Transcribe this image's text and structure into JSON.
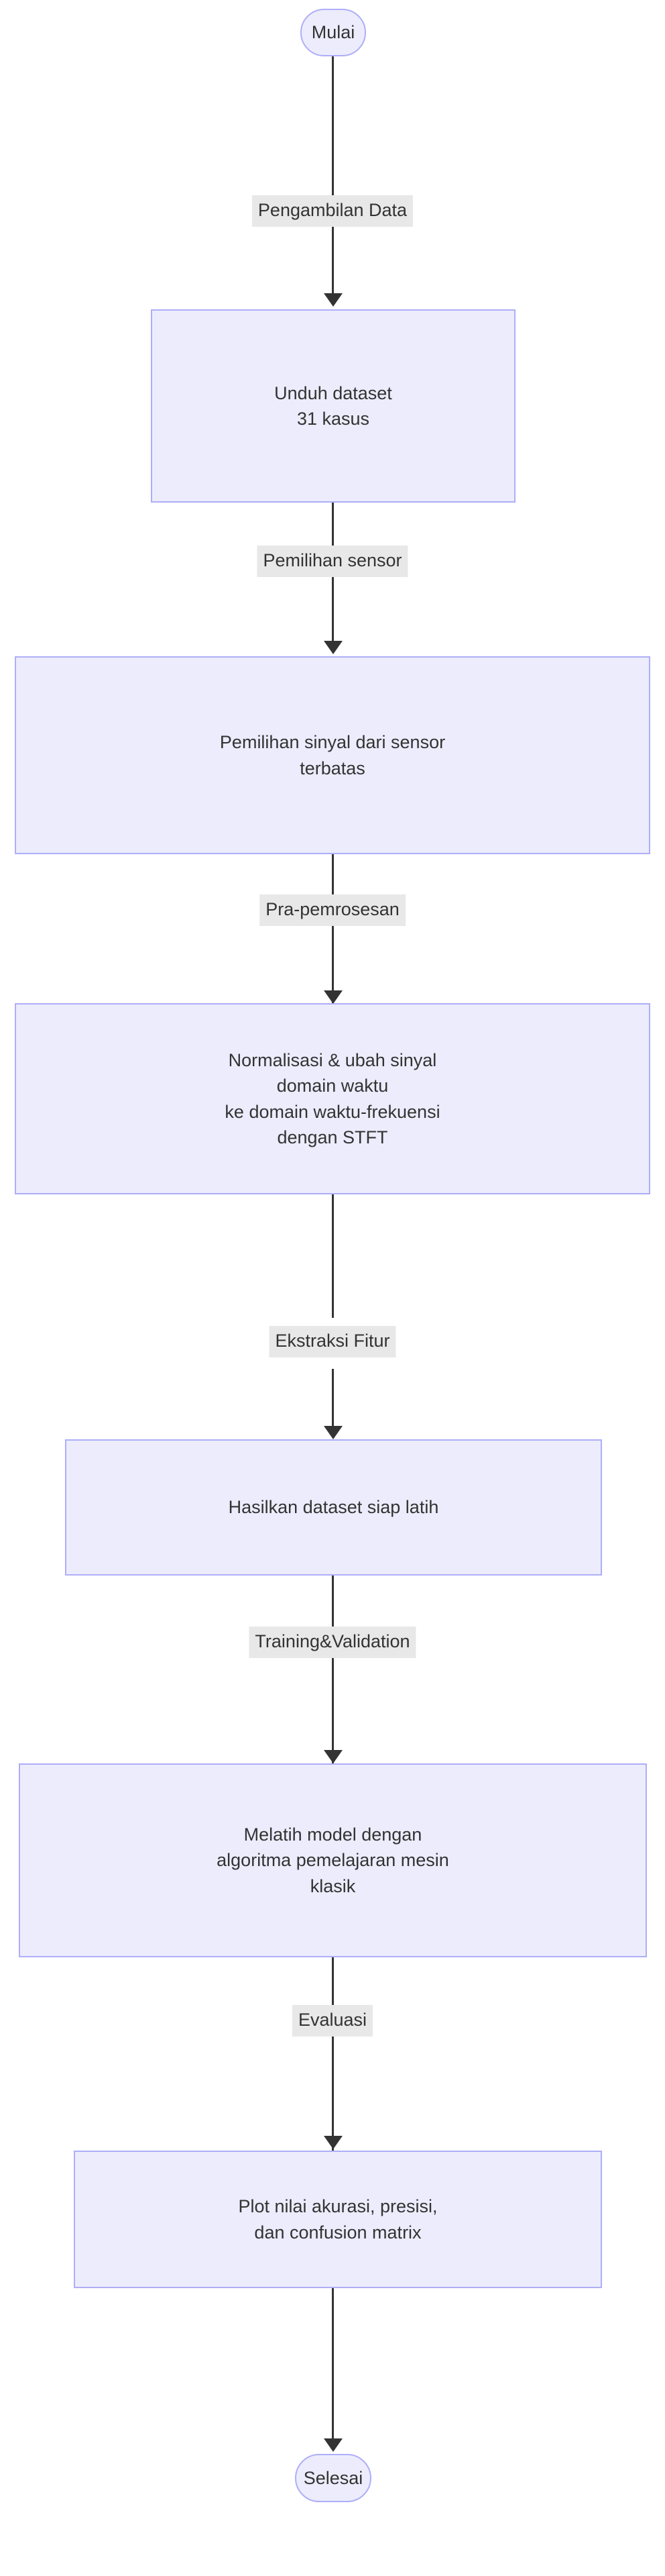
{
  "diagram": {
    "title": "Flowchart metodologi penelitian",
    "direction": "top-to-bottom",
    "theme": {
      "node_fill": "#ececfd",
      "node_stroke": "#aeaef8",
      "text_color": "#333333",
      "edge_color": "#333333",
      "edge_label_bg": "#e8e8e8",
      "background": "#ffffff"
    },
    "nodes": [
      {
        "id": "mulai",
        "shape": "stadium",
        "label": "Mulai"
      },
      {
        "id": "unduh",
        "shape": "rect",
        "label": "Unduh dataset\n31 kasus"
      },
      {
        "id": "pemilihan",
        "shape": "rect",
        "label": "Pemilihan sinyal dari sensor\nterbatas"
      },
      {
        "id": "normalisasi",
        "shape": "rect",
        "label": "Normalisasi & ubah sinyal\ndomain waktu\nke domain waktu-frekuensi\ndengan STFT"
      },
      {
        "id": "hasilkan",
        "shape": "rect",
        "label": "Hasilkan dataset siap latih"
      },
      {
        "id": "melatih",
        "shape": "rect",
        "label": "Melatih model dengan\nalgoritma pemelajaran mesin\nklasik"
      },
      {
        "id": "plot",
        "shape": "rect",
        "label": "Plot nilai akurasi, presisi,\ndan confusion matrix"
      },
      {
        "id": "selesai",
        "shape": "stadium",
        "label": "Selesai"
      }
    ],
    "edges": [
      {
        "from": "mulai",
        "to": "unduh",
        "label": "Pengambilan Data"
      },
      {
        "from": "unduh",
        "to": "pemilihan",
        "label": "Pemilihan sensor"
      },
      {
        "from": "pemilihan",
        "to": "normalisasi",
        "label": "Pra-pemrosesan"
      },
      {
        "from": "normalisasi",
        "to": "hasilkan",
        "label": "Ekstraksi Fitur"
      },
      {
        "from": "hasilkan",
        "to": "melatih",
        "label": "Training&Validation"
      },
      {
        "from": "melatih",
        "to": "plot",
        "label": "Evaluasi"
      },
      {
        "from": "plot",
        "to": "selesai",
        "label": ""
      }
    ]
  }
}
